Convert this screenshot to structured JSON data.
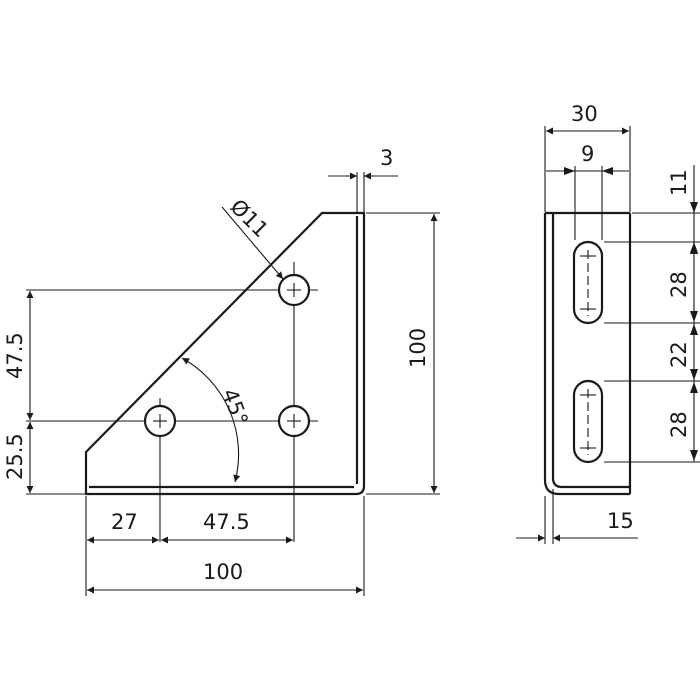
{
  "dimensions": {
    "top_thickness": "3",
    "diameter": "Ø11",
    "front_height": "100",
    "left_upper": "47.5",
    "left_lower": "25.5",
    "angle": "45°",
    "bottom_left": "27",
    "bottom_mid": "47.5",
    "bottom_total": "100",
    "side_width": "30",
    "side_slot_offset": "9",
    "side_top_gap": "11",
    "side_slot1": "28",
    "side_between": "22",
    "side_slot2": "28",
    "side_bottom": "15"
  }
}
